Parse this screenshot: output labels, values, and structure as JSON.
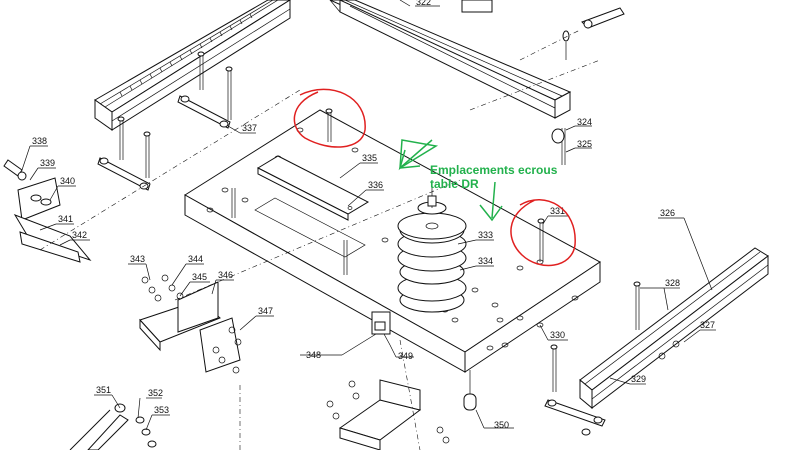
{
  "annotation": {
    "line1": "Emplacements ecrous",
    "line2": "table DR",
    "color_green": "#22b14c",
    "color_red": "#e02020"
  },
  "labels": {
    "p322": "322",
    "p324": "324",
    "p325": "325",
    "p326": "326",
    "p327": "327",
    "p328": "328",
    "p329": "329",
    "p330": "330",
    "p331": "331",
    "p333": "333",
    "p334": "334",
    "p335": "335",
    "p336": "336",
    "p337": "337",
    "p338": "338",
    "p339": "339",
    "p340": "340",
    "p341": "341",
    "p342": "342",
    "p343": "343",
    "p344": "344",
    "p345": "345",
    "p346": "346",
    "p347": "347",
    "p348": "348",
    "p349": "349",
    "p350": "350",
    "p351": "351",
    "p352": "352",
    "p353": "353"
  }
}
